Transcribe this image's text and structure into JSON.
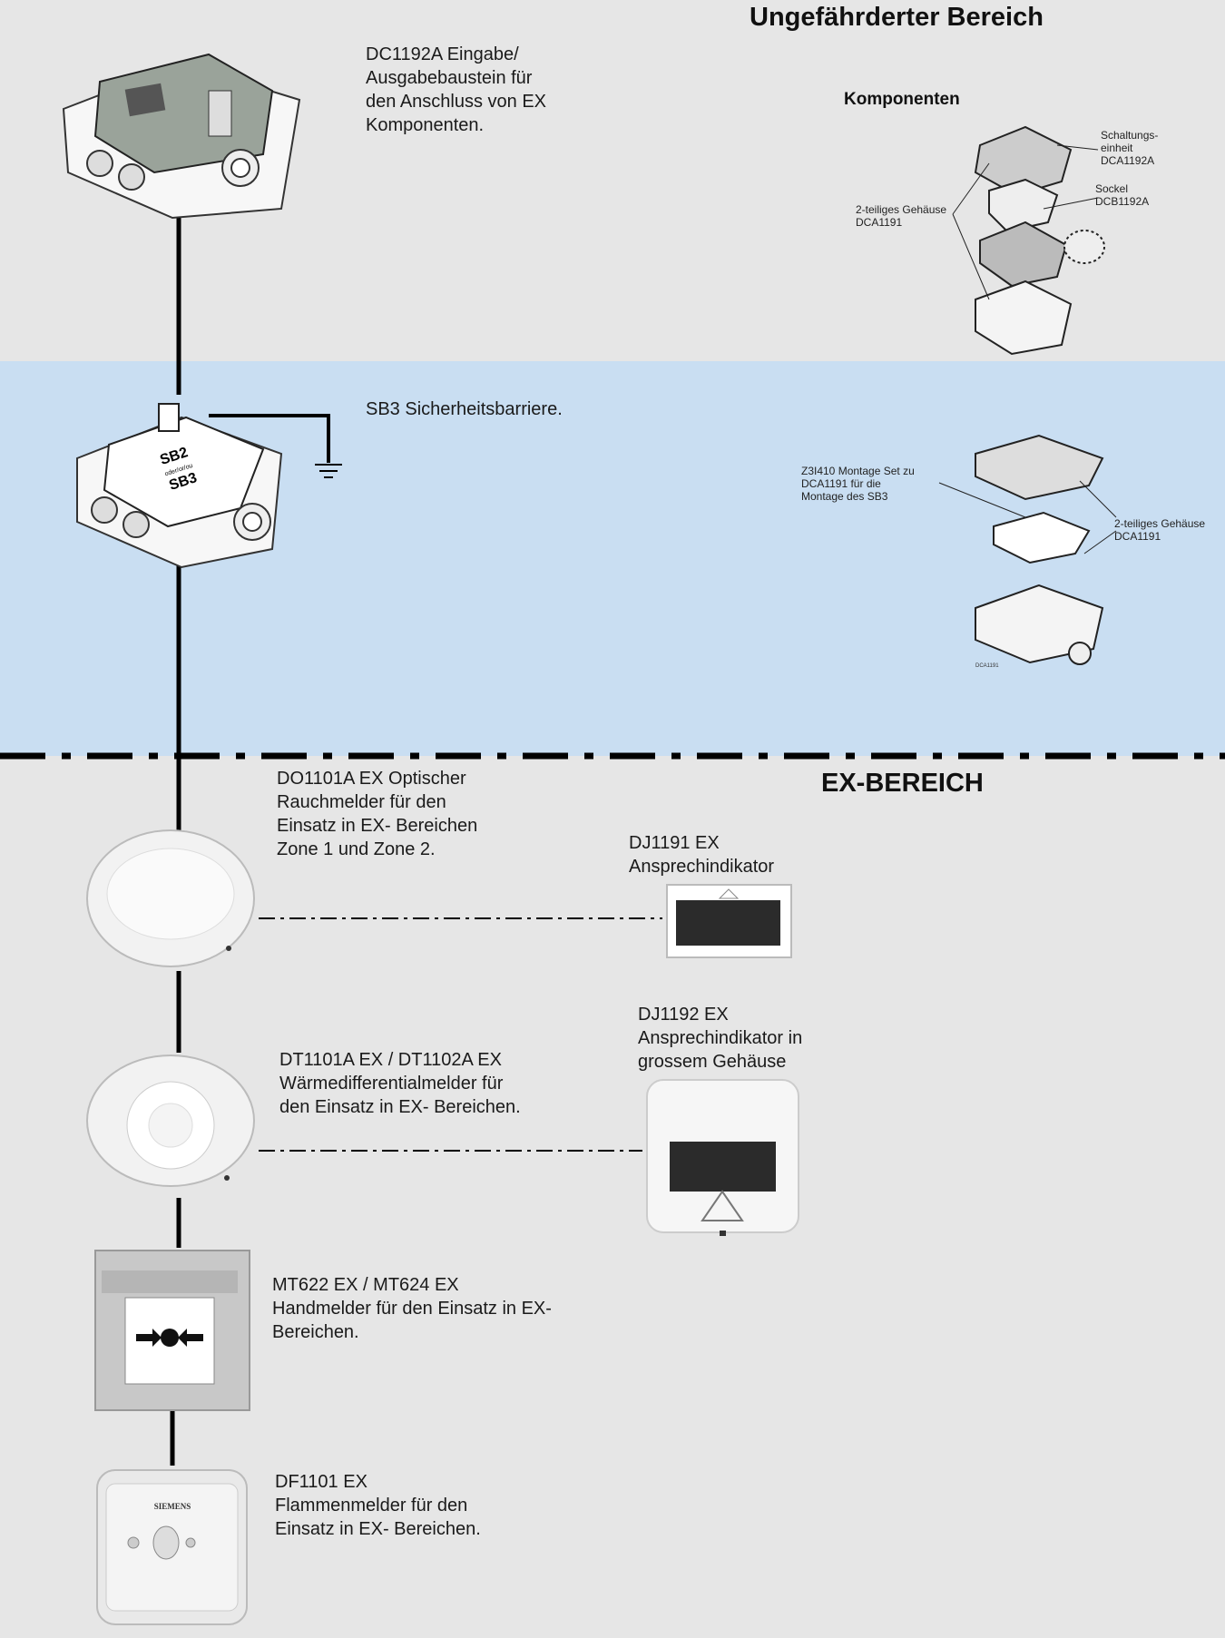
{
  "colors": {
    "safe_bg": "#e6e6e6",
    "barrier_bg": "#c9def2",
    "ex_bg": "#e6e6e6",
    "line": "#000000"
  },
  "headers": {
    "safe_area": "Ungefährderter Bereich",
    "ex_area": "EX-BEREICH",
    "components": "Komponenten"
  },
  "devices": {
    "dc1192a": "DC1192A Eingabe/\nAusgabebaustein für\nden Anschluss von EX\nKomponenten.",
    "sb3": "SB3 Sicherheitsbarriere.",
    "do1101a": "DO1101A EX Optischer\nRauchmelder für den\nEinsatz in EX- Bereichen\nZone 1 und Zone 2.",
    "dj1191": "DJ1191 EX\nAnsprechindikator",
    "dt1101a": "DT1101A EX / DT1102A EX\nWärmedifferentialmelder für\nden Einsatz in EX- Bereichen.",
    "dj1192": "DJ1192 EX\nAnsprechindikator in\ngrossem Gehäuse",
    "mt622": "MT622 EX / MT624 EX\nHandmelder für den Einsatz in EX-\nBereichen.",
    "df1101": "DF1101 EX\nFlammenmelder für den\nEinsatz in EX- Bereichen."
  },
  "components_labels": {
    "schaltungseinheit": "Schaltungs-\neinheit\nDCA1192A",
    "sockel": "Sockel\nDCB1192A",
    "gehaeuse_top": "2-teiliges Gehäuse\nDCA1191",
    "montage_set": "Z3I410 Montage Set zu\nDCA1191 für die\nMontage des SB3",
    "gehaeuse_bottom": "2-teiliges Gehäuse\nDCA1191"
  },
  "device_markings": {
    "sb2": "SB2",
    "oder": "oder/or/ou",
    "sb3": "SB3",
    "siemens": "SIEMENS",
    "dca1191": "DCA1191"
  }
}
